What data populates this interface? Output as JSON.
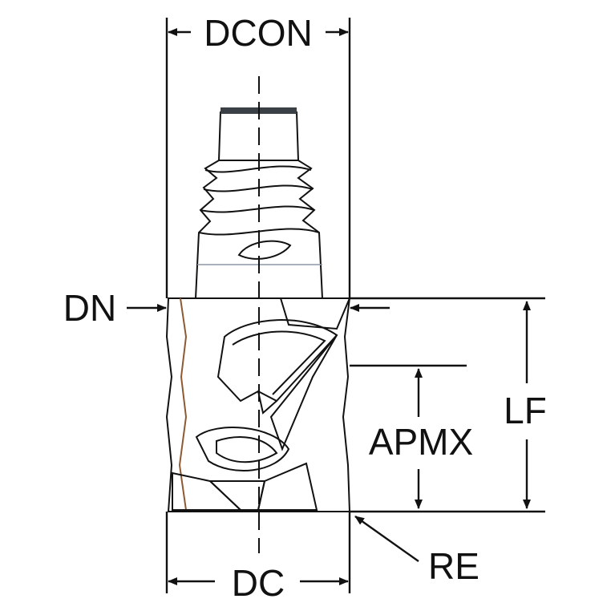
{
  "labels": {
    "dcon": "DCON",
    "dn": "DN",
    "lf": "LF",
    "apmx": "APMX",
    "re": "RE",
    "dc": "DC"
  },
  "colors": {
    "shank_light": "#d9dde3",
    "shank_mid": "#a7aebb",
    "shank_dark": "#6f7786",
    "head_base": "#c48a57",
    "head_light": "#e0b184",
    "head_dark": "#8e5a31",
    "line": "#111111"
  }
}
